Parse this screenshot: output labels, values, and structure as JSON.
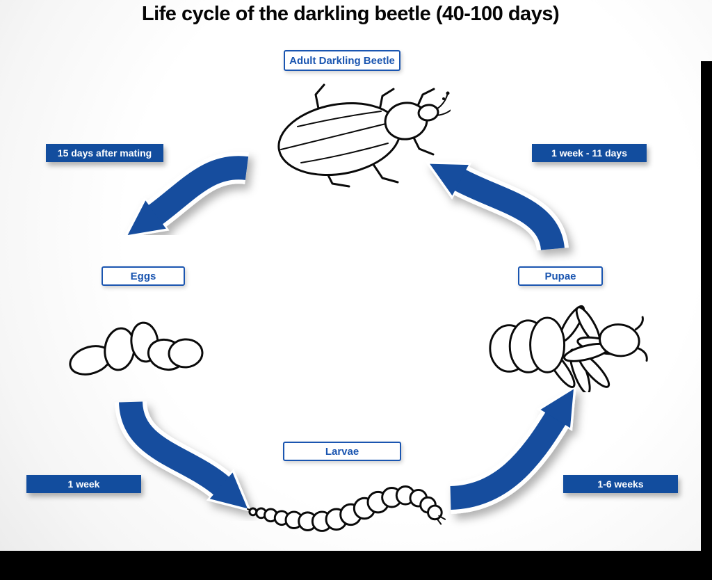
{
  "title": "Life cycle of the darkling beetle (40-100 days)",
  "colors": {
    "accent_blue": "#124d9e",
    "box_border_blue": "#1a55b0",
    "ink": "#0a0a0a",
    "background": "#ffffff"
  },
  "stages": [
    {
      "id": "adult",
      "label": "Adult Darkling Beetle"
    },
    {
      "id": "eggs",
      "label": "Eggs"
    },
    {
      "id": "larvae",
      "label": "Larvae"
    },
    {
      "id": "pupae",
      "label": "Pupae"
    }
  ],
  "durations": [
    {
      "id": "adult-to-eggs",
      "label": "15 days after mating"
    },
    {
      "id": "eggs-to-larvae",
      "label": "1 week"
    },
    {
      "id": "larvae-to-pupae",
      "label": "1-6 weeks"
    },
    {
      "id": "pupae-to-adult",
      "label": "1 week - 11 days"
    }
  ]
}
